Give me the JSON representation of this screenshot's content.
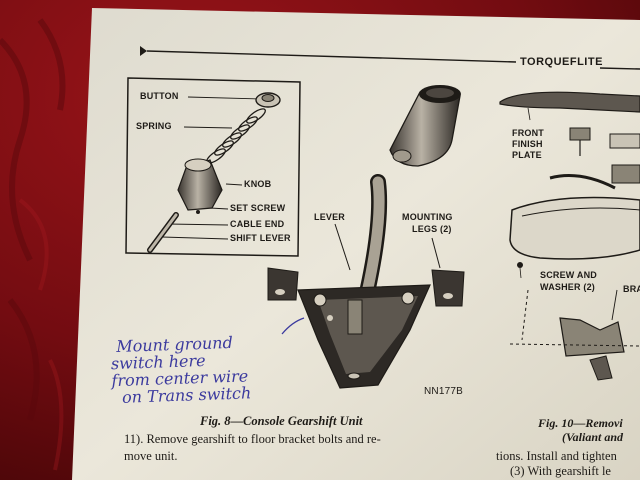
{
  "header": {
    "section": "TORQUEFLITE"
  },
  "inset": {
    "labels": {
      "button": "BUTTON",
      "spring": "SPRING",
      "knob": "KNOB",
      "set_screw": "SET SCREW",
      "cable_end": "CABLE END",
      "shift_lever": "SHIFT LEVER"
    }
  },
  "fig8": {
    "lever": "LEVER",
    "mounting_1": "MOUNTING",
    "mounting_2": "LEGS (2)",
    "code": "NN177B",
    "caption": "Fig. 8—Console Gearshift Unit"
  },
  "fig10": {
    "front_1": "FRONT",
    "front_2": "FINISH",
    "front_3": "PLATE",
    "screw_1": "SCREW AND",
    "screw_2": "WASHER (2)",
    "bra": "BRA",
    "caption_1": "Fig. 10—Removi",
    "caption_2": "(Valiant and"
  },
  "handwriting": {
    "line1": "Mount ground",
    "line2": "switch here",
    "line3": "from center wire",
    "line4": "on Trans switch"
  },
  "body_text": {
    "left_1": "11). Remove gearshift to floor bracket bolts and re-",
    "left_2": "move unit.",
    "right_1": "tions. Install and tighten",
    "right_2": "(3) With gearshift le"
  },
  "colors": {
    "fabric": "#7a0d12",
    "paper": "#e9e5d8",
    "ink": "#1e1b17",
    "handwriting": "#3b3a9e"
  }
}
